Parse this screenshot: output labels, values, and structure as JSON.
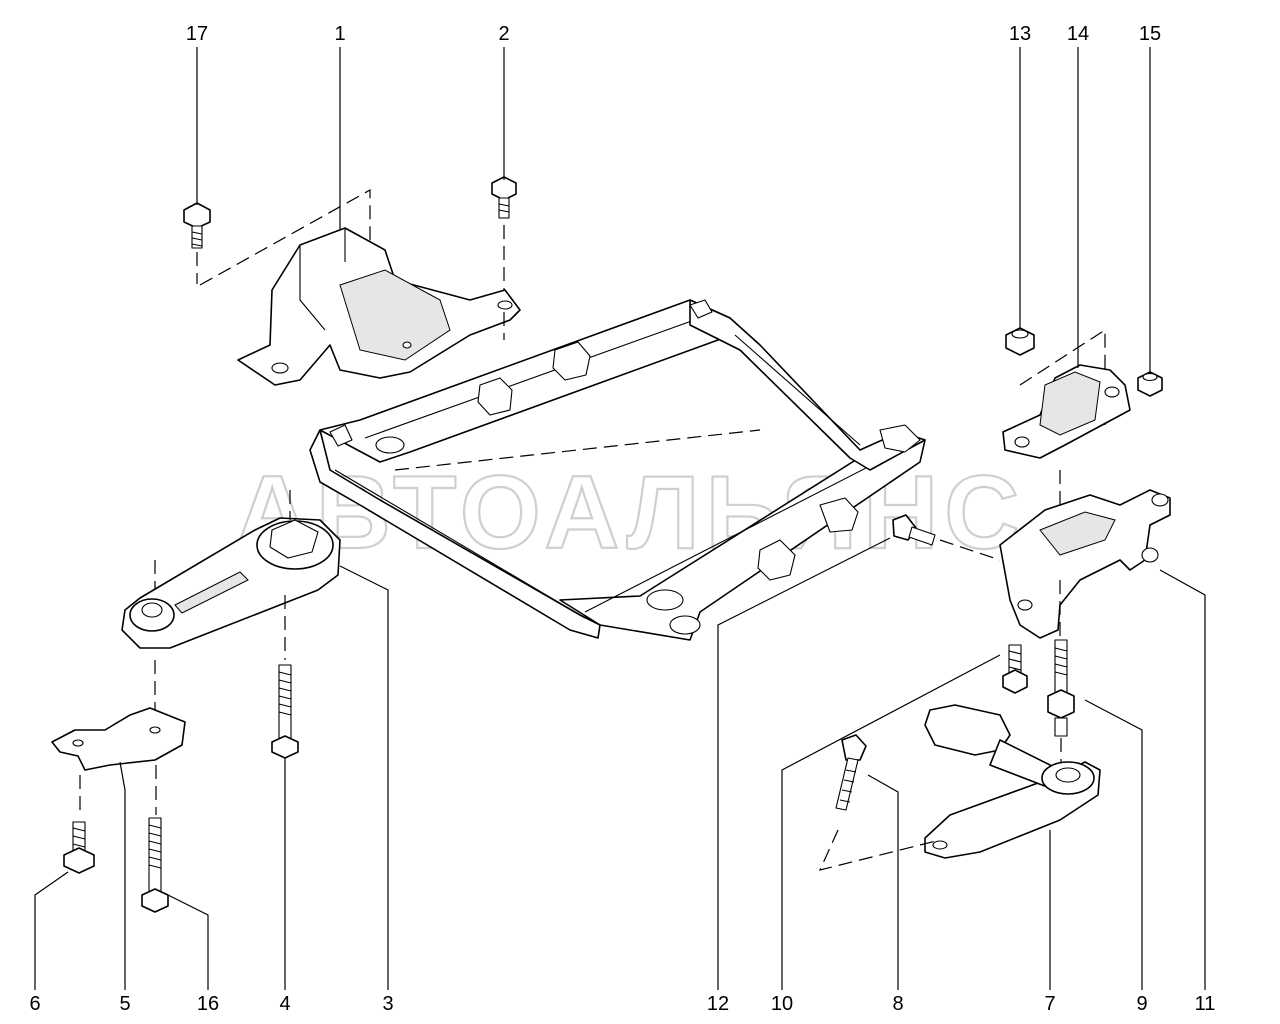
{
  "diagram": {
    "watermark": "АВТОАЛЬЯНС",
    "callouts": [
      "17",
      "1",
      "2",
      "13",
      "14",
      "15",
      "6",
      "5",
      "16",
      "4",
      "3",
      "12",
      "10",
      "8",
      "7",
      "9",
      "11"
    ]
  }
}
